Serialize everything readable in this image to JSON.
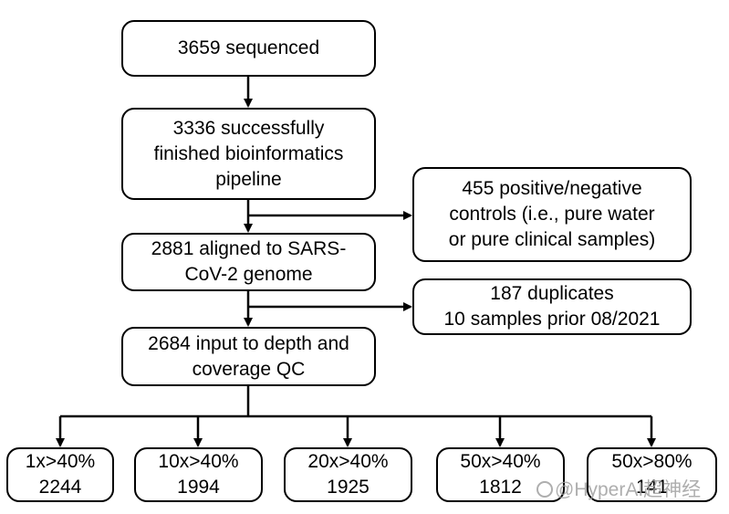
{
  "flowchart": {
    "sequenced": [
      "3659 sequenced"
    ],
    "pipeline": [
      "3336 successfully",
      "finished bioinformatics",
      "pipeline"
    ],
    "controls": [
      "455 positive/negative",
      "controls (i.e., pure water",
      "or pure clinical samples)"
    ],
    "aligned": [
      "2881 aligned to SARS-",
      "CoV-2 genome"
    ],
    "duplicates": [
      "187 duplicates",
      "10 samples prior 08/2021"
    ],
    "qc_input": [
      "2684 input to depth and",
      "coverage QC"
    ],
    "qc_results": [
      {
        "criterion": "1x>40%",
        "count": "2244"
      },
      {
        "criterion": "10x>40%",
        "count": "1994"
      },
      {
        "criterion": "20x>40%",
        "count": "1925"
      },
      {
        "criterion": "50x>40%",
        "count": "1812"
      },
      {
        "criterion": "50x>80%",
        "count": "141"
      }
    ]
  },
  "watermark": {
    "text": "@HyperAI超神经",
    "icon": "watermark-logo-icon"
  }
}
